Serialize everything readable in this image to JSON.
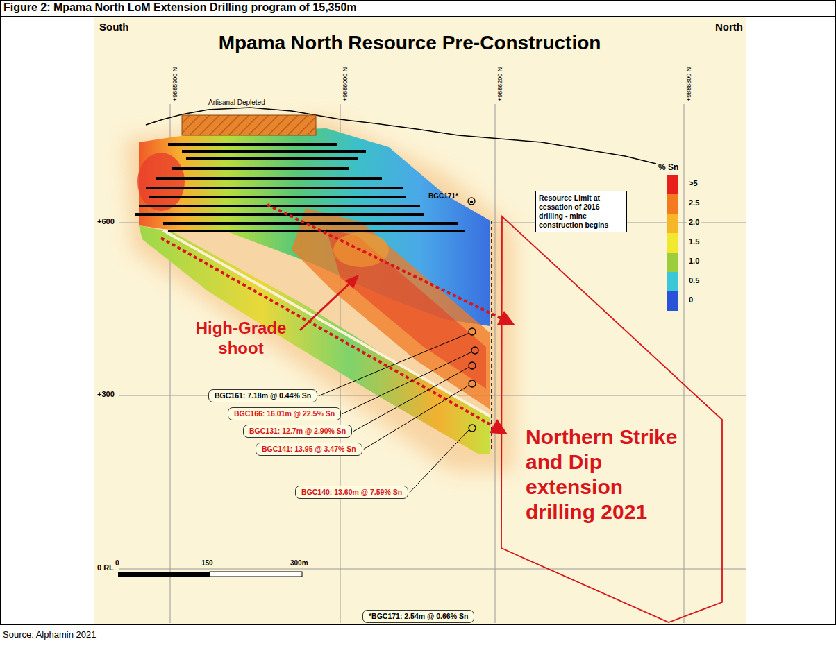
{
  "diagram": {
    "title": "Figure 2: Mpama North LoM Extension Drilling program of 15,350m",
    "caption": "Source: Alphamin 2021",
    "nodes": [
      {
        "text": [
          "Resource Limit at cessation of 2016 drilling - mine construction begins"
        ]
      },
      {
        "text": [
          "BGC161: 7.18m @ 0.44% Sn"
        ]
      },
      {
        "text": [
          "BGC166: 16.01m @ 22.5% Sn"
        ]
      },
      {
        "text": [
          "BGC131: 12.7m @ 2.90% Sn"
        ]
      },
      {
        "text": [
          "BGC141: 13.95 @ 3.47% Sn"
        ]
      },
      {
        "text": [
          "BGC140: 13.60m @ 7.59% Sn"
        ]
      },
      {
        "text": [
          "*BGC171: 2.54m @ 0.66% Sn"
        ]
      },
      {
        "text": [
          "Northern Strike and Dip extension drilling 2021"
        ]
      }
    ],
    "labels": [
      "South",
      "North",
      "Mpama North Resource Pre-Construction",
      "Artisanal Depleted",
      "+9885900 N",
      "+9886000 N",
      "+9886200 N",
      "+9886300 N",
      "% Sn",
      "+600",
      "BGC171*",
      "High-Grade shoot",
      "+300",
      "0 RL",
      "0",
      "150",
      "300m"
    ],
    "legend": [
      {
        "text": ">5",
        "color": "#e8201c"
      },
      {
        "text": "2.5",
        "color": "#f47a20"
      },
      {
        "text": "2.0",
        "color": "#f7b528"
      },
      {
        "text": "1.5",
        "color": "#f2e830"
      },
      {
        "text": "1.0",
        "color": "#9ccd3c"
      },
      {
        "text": "0.5",
        "color": "#3cc7d8"
      },
      {
        "text": "0",
        "color": "#2a52d8"
      }
    ]
  }
}
